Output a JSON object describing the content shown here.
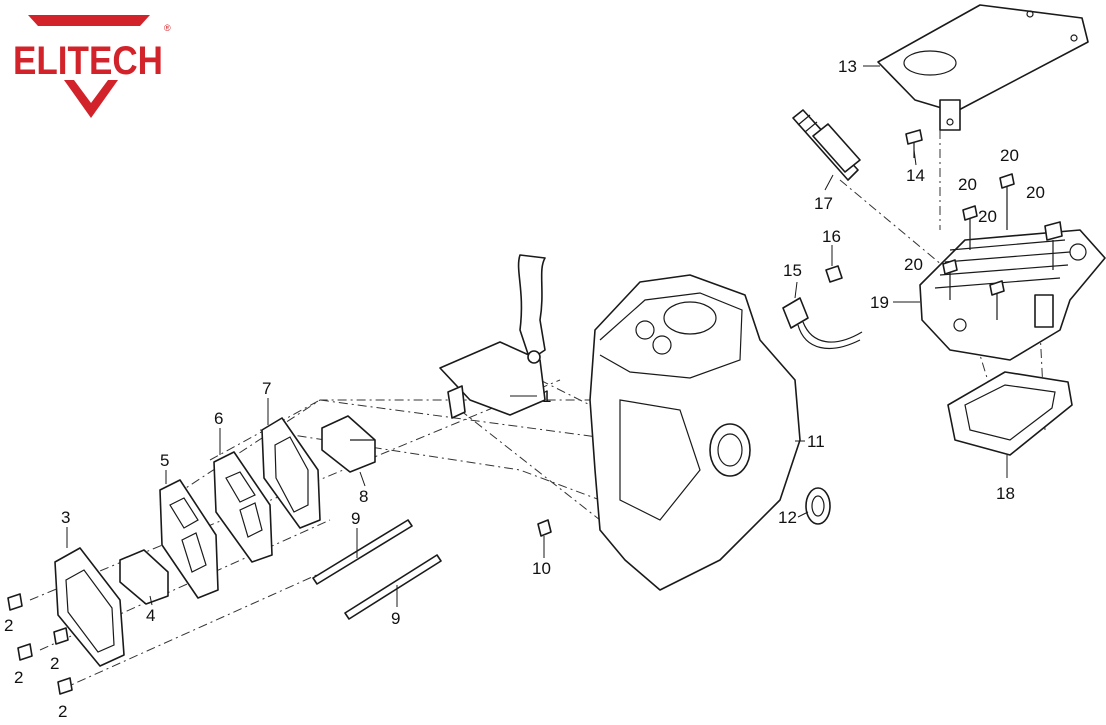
{
  "logo": {
    "text": "ELITECH",
    "registered": "®",
    "color": "#d2232a"
  },
  "callouts": [
    "1",
    "2",
    "2",
    "2",
    "2",
    "3",
    "4",
    "5",
    "6",
    "7",
    "8",
    "9",
    "9",
    "10",
    "11",
    "12",
    "13",
    "14",
    "15",
    "16",
    "17",
    "18",
    "19",
    "20",
    "20",
    "20",
    "20",
    "20"
  ]
}
